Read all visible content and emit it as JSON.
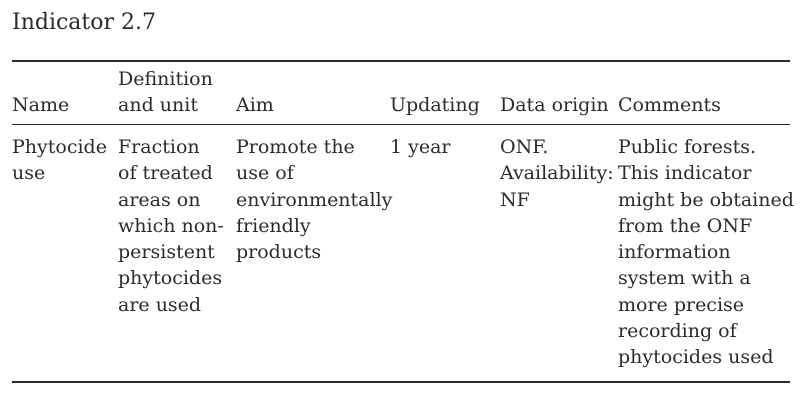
{
  "indicator": {
    "title": "Indicator 2.7"
  },
  "table": {
    "columns": {
      "name": "Name",
      "definition": "Definition\nand unit",
      "aim": "Aim",
      "updating": "Updating",
      "data_origin": "Data origin",
      "comments": "Comments"
    },
    "rows": [
      {
        "name": "Phytocide\nuse",
        "definition": "Fraction\nof treated\nareas on\nwhich non-\npersistent\nphytocides\nare used",
        "aim": "Promote the\nuse of\nenvironmentally\nfriendly\nproducts",
        "updating": "1 year",
        "data_origin": "ONF.\nAvailability:\nNF",
        "comments": "Public forests.\nThis indicator\nmight be obtained\nfrom the ONF\ninformation\nsystem with a\nmore precise\nrecording of\nphytocides used"
      }
    ]
  }
}
